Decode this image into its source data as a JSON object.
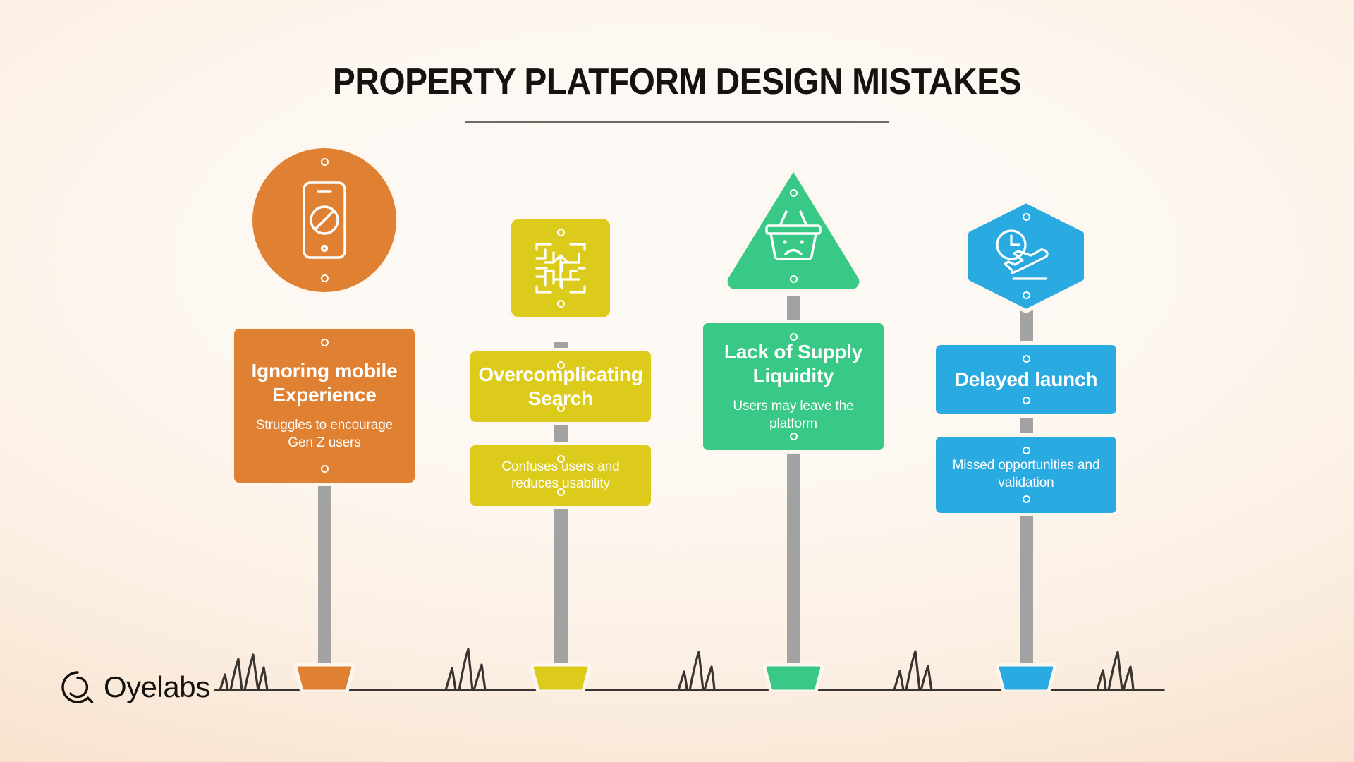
{
  "header": {
    "title": "PROPERTY PLATFORM DESIGN MISTAKES"
  },
  "brand": {
    "name": "Oyelabs",
    "logo_icon": "oyelabs-swirl-icon"
  },
  "colors": {
    "background_light": "#fdfaf6",
    "background_warm": "#f6ddc6",
    "orange": "#e08033",
    "yellow": "#dccb1a",
    "green": "#38c986",
    "blue": "#29abe2",
    "pole_gray": "#a2a2a2",
    "plate_border": "#fdf7f0",
    "ground_line": "#3a3430",
    "title_text": "#16120f"
  },
  "signs": [
    {
      "id": "ignoring-mobile-experience",
      "color": "#e08033",
      "badge_shape": "circle",
      "icon": "mobile-phone-blocked-icon",
      "heading": "Ignoring mobile Experience",
      "subtext": "Struggles to encourage Gen Z users",
      "split_panels": false
    },
    {
      "id": "overcomplicating-search",
      "color": "#dccb1a",
      "badge_shape": "square",
      "icon": "maze-arrow-icon",
      "heading": "Overcomplicating Search",
      "subtext": "Confuses users and reduces usability",
      "split_panels": true
    },
    {
      "id": "lack-of-supply-liquidity",
      "color": "#38c986",
      "badge_shape": "triangle",
      "icon": "sad-shopping-basket-icon",
      "heading": "Lack of Supply Liquidity",
      "subtext": "Users may leave the platform",
      "split_panels": false
    },
    {
      "id": "delayed-launch",
      "color": "#29abe2",
      "badge_shape": "hexagon",
      "icon": "clock-airplane-departure-icon",
      "heading": "Delayed launch",
      "subtext": "Missed opportunities and validation",
      "split_panels": true
    }
  ]
}
